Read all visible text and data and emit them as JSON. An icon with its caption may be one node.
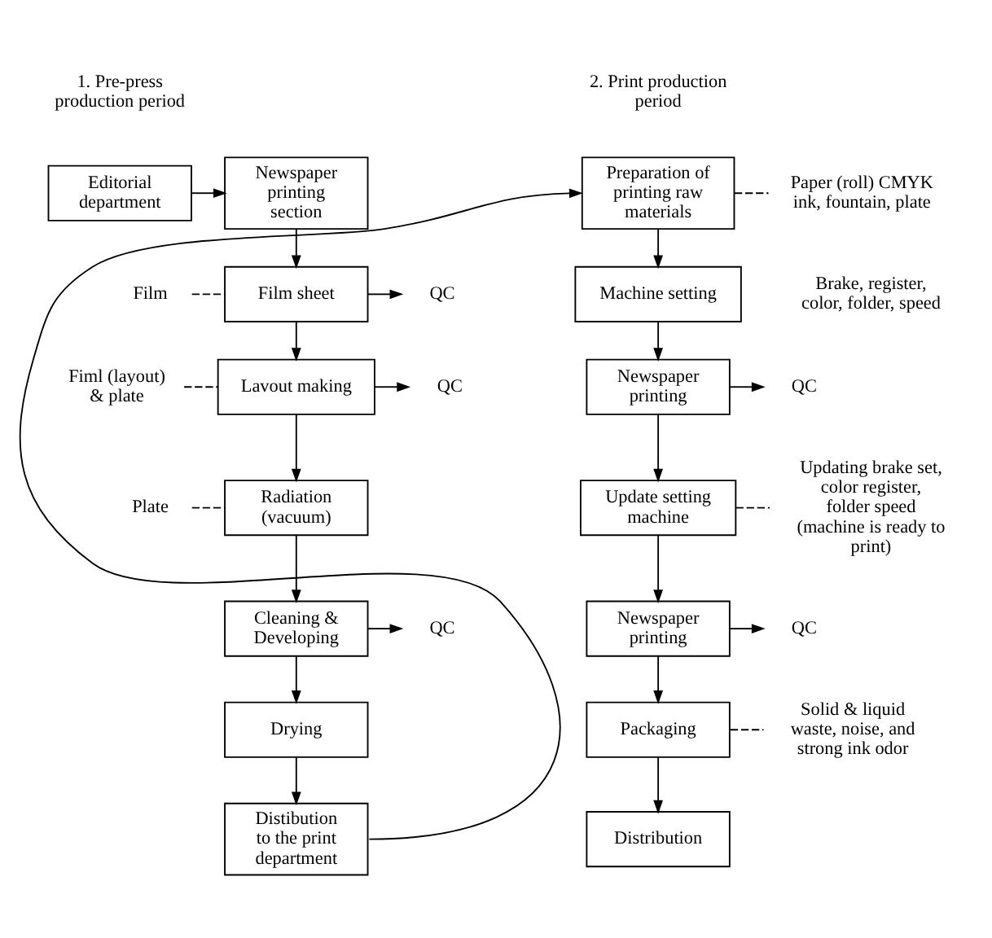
{
  "diagram": {
    "nodes": [
      {
        "text": [
          "Editorial department"
        ]
      },
      {
        "text": [
          "Newspaper printing section"
        ]
      },
      {
        "text": [
          "Film"
        ]
      },
      {
        "text": [
          "Film sheet"
        ]
      },
      {
        "text": [
          "QC"
        ]
      },
      {
        "text": [
          "Fiml (layout) & plate"
        ]
      },
      {
        "text": [
          "Lavout making"
        ]
      },
      {
        "text": [
          "QC"
        ]
      },
      {
        "text": [
          "Plate"
        ]
      },
      {
        "text": [
          "Radiation (vacuum)"
        ]
      },
      {
        "text": [
          "Cleaning & Developing"
        ]
      },
      {
        "text": [
          "QC"
        ]
      },
      {
        "text": [
          "Drying"
        ]
      },
      {
        "text": [
          "Distibution to the print department"
        ]
      },
      {
        "text": [
          "Preparation of printing raw materials"
        ]
      },
      {
        "text": [
          "Paper (roll) CMYK ink, fountain, plate"
        ]
      },
      {
        "text": [
          "Machine setting"
        ],
        "beside": [
          "Brake, register, color, folder, speed"
        ]
      },
      {
        "text": [
          "Newspaper printing"
        ]
      },
      {
        "text": [
          "QC"
        ]
      },
      {
        "text": [
          "Updating brake set, color register, folder speed (machine is ready to print)"
        ]
      },
      {
        "text": [
          "Update setting machine"
        ]
      },
      {
        "text": [
          "Newspaper printing"
        ]
      },
      {
        "text": [
          "QC"
        ]
      },
      {
        "text": [
          "Packaging"
        ]
      },
      {
        "text": [
          "Solid & liquid waste, noise, and strong ink odor"
        ]
      },
      {
        "text": [
          "Distribution"
        ]
      }
    ],
    "edges": [
      {
        "from": 0,
        "to": 1,
        "arrow": "to"
      },
      {
        "from": 1,
        "to": 3,
        "arrow": "to"
      },
      {
        "from": 2,
        "to": 3,
        "arrow": "none",
        "style": "dashed"
      },
      {
        "from": 3,
        "to": 4,
        "arrow": "to"
      },
      {
        "from": 3,
        "to": 6,
        "arrow": "to"
      },
      {
        "from": 5,
        "to": 6,
        "arrow": "none",
        "style": "dashed"
      },
      {
        "from": 6,
        "to": 7,
        "arrow": "to"
      },
      {
        "from": 6,
        "to": 9,
        "arrow": "to"
      },
      {
        "from": 8,
        "to": 9,
        "arrow": "none",
        "style": "dashed"
      },
      {
        "from": 9,
        "to": 10,
        "arrow": "to"
      },
      {
        "from": 10,
        "to": 11,
        "arrow": "to"
      },
      {
        "from": 10,
        "to": 12,
        "arrow": "to"
      },
      {
        "from": 12,
        "to": 13,
        "arrow": "to"
      },
      {
        "from": 13,
        "to": 14,
        "arrow": "to"
      },
      {
        "from": 14,
        "to": 15,
        "arrow": "none",
        "style": "dashed"
      },
      {
        "from": 14,
        "to": 16,
        "arrow": "to"
      },
      {
        "from": 16,
        "to": 17,
        "arrow": "to"
      },
      {
        "from": 17,
        "to": 18,
        "arrow": "to"
      },
      {
        "from": 17,
        "to": 20,
        "arrow": "to"
      },
      {
        "from": 20,
        "to": 19,
        "arrow": "none",
        "style": "dashed"
      },
      {
        "from": 20,
        "to": 21,
        "arrow": "to"
      },
      {
        "from": 21,
        "to": 22,
        "arrow": "to"
      },
      {
        "from": 21,
        "to": 23,
        "arrow": "to"
      },
      {
        "from": 23,
        "to": 24,
        "arrow": "none",
        "style": "dashed"
      },
      {
        "from": 23,
        "to": 25,
        "arrow": "to"
      }
    ],
    "labels": [
      "1. Pre-press production period",
      "2. Print production period"
    ]
  }
}
